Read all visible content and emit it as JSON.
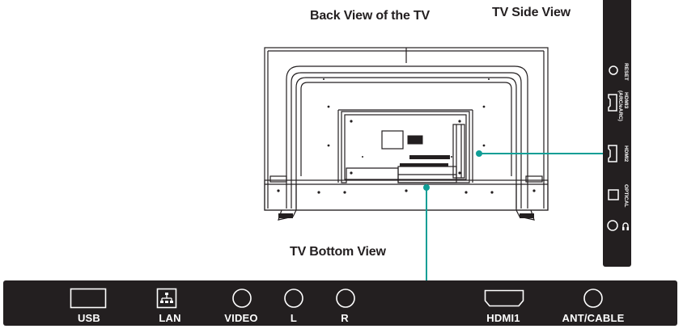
{
  "titles": {
    "back": "Back View of the TV",
    "side": "TV Side View",
    "bottom": "TV Bottom View"
  },
  "side_panel": {
    "ports": [
      {
        "label": "RESET",
        "icon": "reset-pinhole-icon"
      },
      {
        "label": "HDMI3\n(ARC/eARC)",
        "label_line1": "HDMI3",
        "label_line2": "(ARC/eARC)",
        "icon": "hdmi-port-icon"
      },
      {
        "label": "HDMI2",
        "icon": "hdmi-port-icon"
      },
      {
        "label": "OPTICAL",
        "icon": "optical-port-icon"
      },
      {
        "label": "",
        "icon": "headphone-jack-icon"
      }
    ]
  },
  "bottom_panel": {
    "ports": [
      {
        "label": "USB",
        "icon": "usb-port-icon"
      },
      {
        "label": "LAN",
        "icon": "lan-port-icon"
      },
      {
        "label": "VIDEO",
        "icon": "video-jack-icon"
      },
      {
        "label": "L",
        "icon": "audio-left-jack-icon"
      },
      {
        "label": "R",
        "icon": "audio-right-jack-icon"
      },
      {
        "label": "HDMI1",
        "icon": "hdmi-port-icon"
      },
      {
        "label": "ANT/CABLE",
        "icon": "coax-port-icon"
      }
    ]
  },
  "colors": {
    "pointer": "#0f9e96",
    "panel": "#231f20",
    "line_art": "#231f20"
  }
}
